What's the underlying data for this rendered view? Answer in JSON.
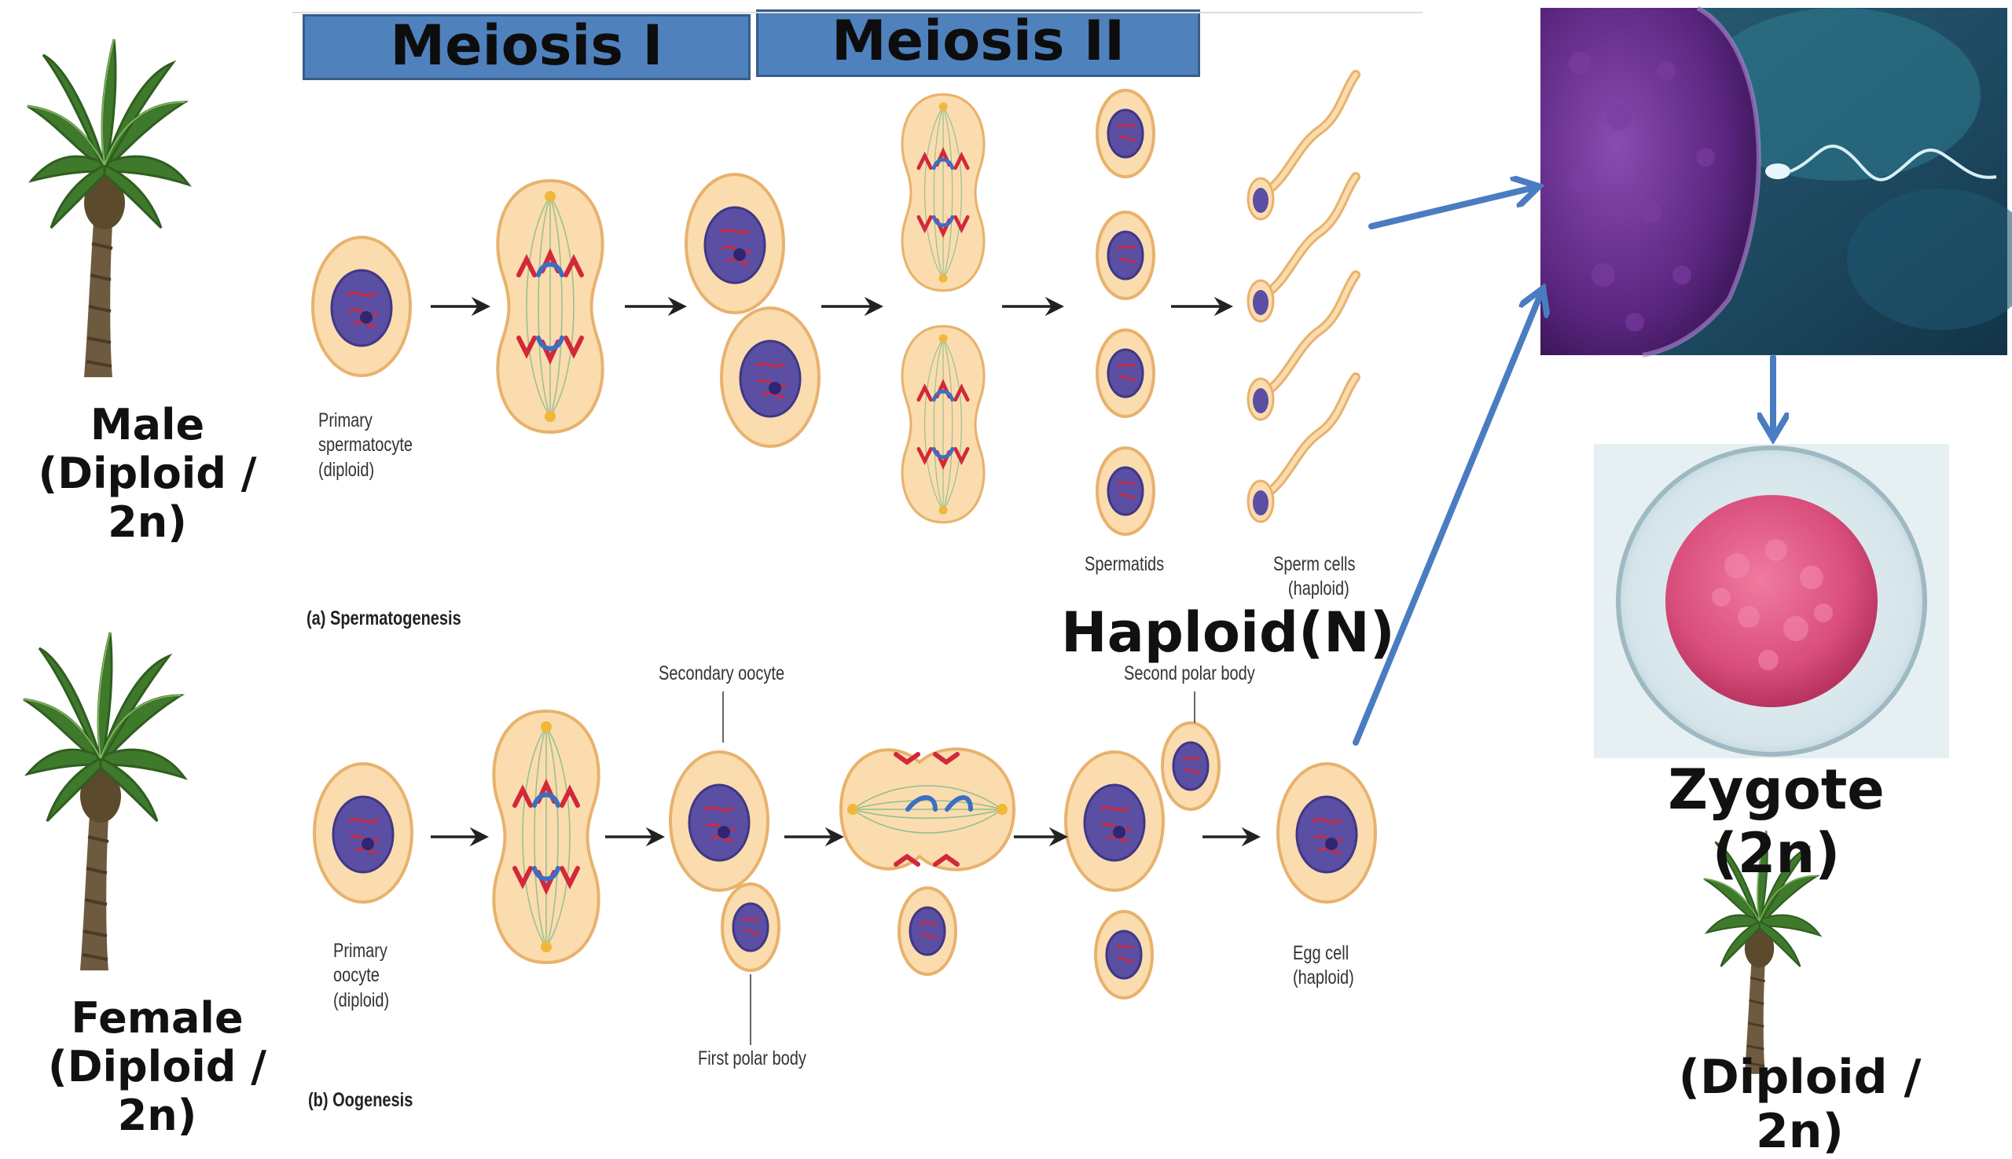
{
  "headers": {
    "meiosis_1": "Meiosis I",
    "meiosis_2": "Meiosis II"
  },
  "parents": {
    "male_label": "Male",
    "male_ploidy": "(Diploid / 2n)",
    "female_label": "Female",
    "female_ploidy": "(Diploid / 2n)"
  },
  "spermatogenesis": {
    "primary_label": [
      "Primary",
      "spermatocyte",
      "(diploid)"
    ],
    "spermatids_label": "Spermatids",
    "sperm_label": [
      "Sperm cells",
      "(haploid)"
    ],
    "caption": "(a) Spermatogenesis"
  },
  "haploid_label": "Haploid(N)",
  "oogenesis": {
    "secondary_label": "Secondary oocyte",
    "second_polar_label": "Second polar body",
    "primary_label": [
      "Primary",
      "oocyte",
      "(diploid)"
    ],
    "first_polar_label": "First polar body",
    "egg_label": [
      "Egg cell",
      "(haploid)"
    ],
    "caption": "(b) Oogenesis"
  },
  "result": {
    "zygote_label": "Zygote (2n)",
    "offspring_ploidy": "(Diploid / 2n)"
  },
  "colors": {
    "banner": "#4f81bd",
    "arrow": "#4a7cc2",
    "cell_fill": "#fbdcae",
    "cell_edge": "#e8b26d",
    "nucleus": "#5a4fa3",
    "chrom_red": "#d1283a",
    "chrom_blue": "#3b6fc4",
    "egg_purple": "#6a2e8c",
    "zygote_pink": "#e0507e"
  },
  "icons": [
    "palm-tree-icon",
    "sperm-icon",
    "egg-cell-icon",
    "zygote-icon",
    "arrow-icon"
  ]
}
